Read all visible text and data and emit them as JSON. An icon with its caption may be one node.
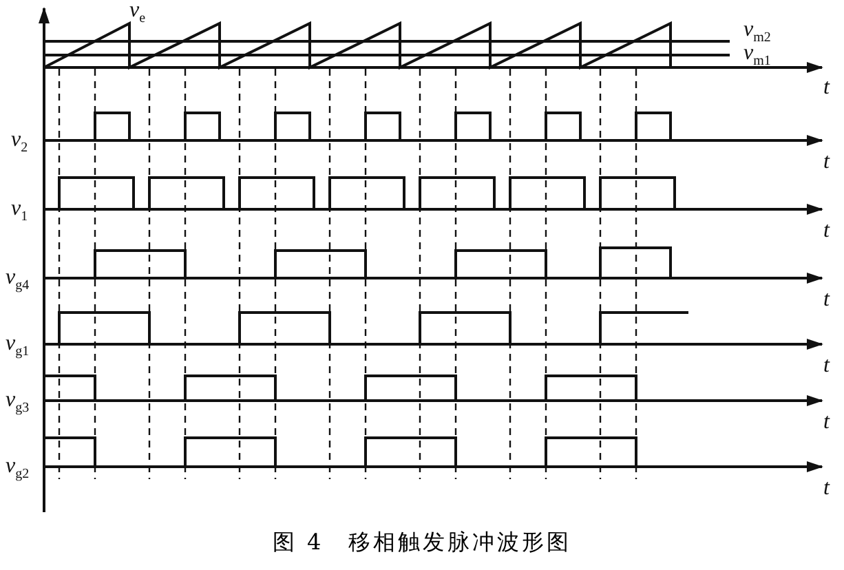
{
  "diagram": {
    "caption": "图 4　移相触发脉冲波形图",
    "labels": [
      "*v*$_{e}$",
      "*v*$_{m2}$",
      "*v*$_{m1}$",
      "t",
      "*v*$_{2}$",
      "t",
      "*v*$_{1}$",
      "t",
      "*v*$_{g4}$",
      "t",
      "*v*$_{g1}$",
      "t",
      "*v*$_{g3}$",
      "t",
      "*v*$_{g2}$",
      "t"
    ]
  }
}
